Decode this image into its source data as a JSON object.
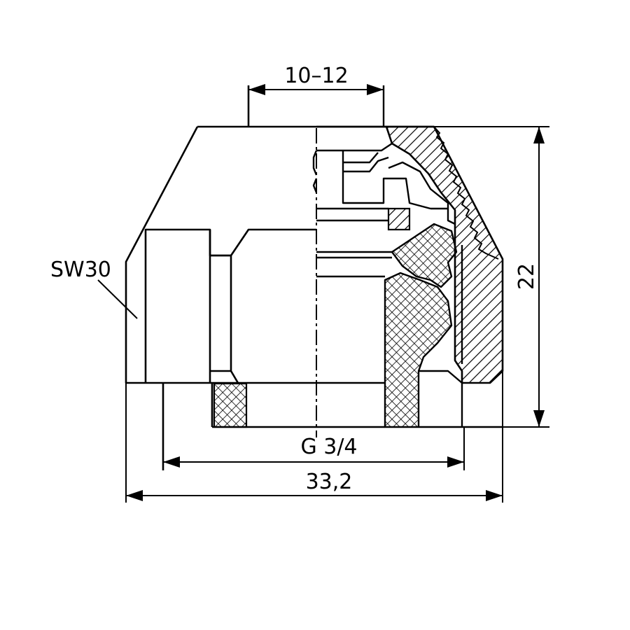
{
  "drawing": {
    "labels": {
      "bore": "10–12",
      "wrench": "SW30",
      "thread": "G 3/4",
      "diameter": "33,2",
      "height": "22"
    },
    "colors": {
      "line": "#000000",
      "background": "#ffffff"
    }
  }
}
